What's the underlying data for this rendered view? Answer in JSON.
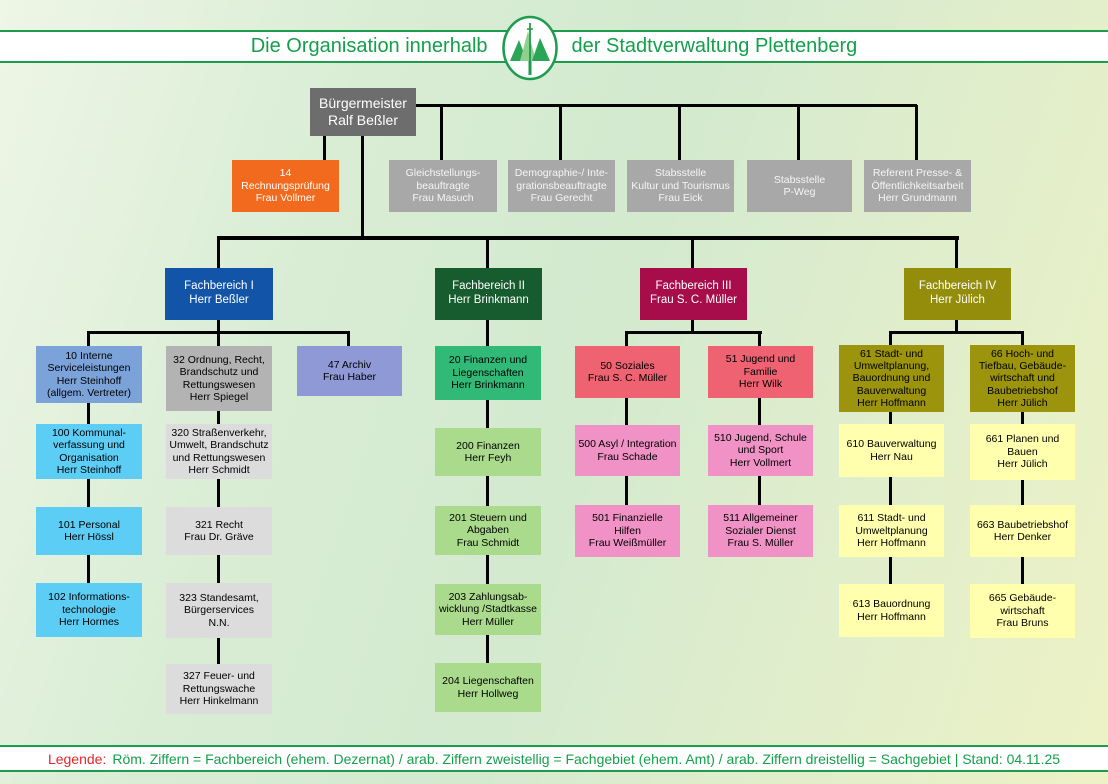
{
  "header": {
    "title_left": "Die Organisation innerhalb",
    "title_right": "der Stadtverwaltung Plettenberg"
  },
  "icons": {
    "logo": "plettenberg-tree-church-emblem"
  },
  "legend": {
    "label": "Legende:",
    "text": "Röm. Ziffern = Fachbereich (ehem. Dezernat) / arab. Ziffern zweistellig = Fachgebiet (ehem. Amt) / arab. Ziffern dreistellig = Sachgebiet | Stand: 04.11.25"
  },
  "colors": {
    "band_green": "#1c9c4c",
    "title_green": "#14a04b",
    "legend_red": "#e62629",
    "buergermeister_gray": "#6d6d6d",
    "rechnungspruefung_orange": "#f26a1e",
    "stabsstellen_gray": "#a8a8a8",
    "fb1_blue": "#1254a8",
    "fb2_green": "#175c2e",
    "fb3_crimson": "#a60d4a",
    "fb4_olive": "#948d0b",
    "fb1_level2_blue": "#7ba3d9",
    "fb1_level3_cyan": "#5ccef5",
    "fb1_level2_gray": "#b3b3b3",
    "fb1_level3_gray": "#dcdcdc",
    "archiv_violet": "#8e99d6",
    "fb2_level2_jade": "#30b977",
    "fb2_level3_green": "#aadb8d",
    "fb3_level2_salmon": "#ee6272",
    "fb3_level3_pink": "#f092c5",
    "fb4_level2_olive": "#9b940c",
    "fb4_level3_yellow": "#ffffad",
    "connector_black": "#000000"
  },
  "nodes": {
    "bm": "Bürgermeister\nRalf Beßler",
    "n14": "14\nRechnungsprüfung\nFrau Vollmer",
    "gleichstellung": "Gleichstellungs-\nbeauftragte\nFrau Masuch",
    "demographie": "Demographie-/ Inte-\ngrationsbeauftragte\nFrau Gerecht",
    "kultur": "Stabsstelle\nKultur und Tourismus\nFrau Eick",
    "pweg": "Stabsstelle\nP-Weg",
    "presse": "Referent Presse- &\nÖffentlichkeitsarbeit\nHerr Grundmann",
    "fb1": "Fachbereich I\nHerr Beßler",
    "fb2": "Fachbereich II\nHerr Brinkmann",
    "fb3": "Fachbereich III\nFrau S. C. Müller",
    "fb4": "Fachbereich IV\nHerr Jülich",
    "n10": "10 Interne\nServiceleistungen\nHerr Steinhoff\n(allgem. Vertreter)",
    "n100": "100 Kommunal-\nverfassung und\nOrganisation\nHerr Steinhoff",
    "n101": "101 Personal\nHerr Hössl",
    "n102": "102 Informations-\ntechnologie\nHerr Hormes",
    "n32": "32 Ordnung, Recht,\nBrandschutz und\nRettungswesen\nHerr Spiegel",
    "n320": "320 Straßenverkehr,\nUmwelt, Brandschutz\nund Rettungswesen\nHerr Schmidt",
    "n321": "321 Recht\nFrau Dr. Gräve",
    "n323": "323 Standesamt,\nBürgerservices\nN.N.",
    "n327": "327 Feuer- und\nRettungswache\nHerr Hinkelmann",
    "n47": "47 Archiv\nFrau Haber",
    "n20": "20 Finanzen und\nLiegenschaften\nHerr Brinkmann",
    "n200": "200 Finanzen\nHerr Feyh",
    "n201": "201 Steuern und\nAbgaben\nFrau Schmidt",
    "n203": "203 Zahlungsab-\nwicklung /Stadtkasse\nHerr Müller",
    "n204": "204 Liegenschaften\nHerr Hollweg",
    "n50": "50 Soziales\nFrau S. C. Müller",
    "n500": "500 Asyl / Integration\nFrau Schade",
    "n501": "501 Finanzielle\nHilfen\nFrau Weißmüller",
    "n51": "51 Jugend und\nFamilie\nHerr Wilk",
    "n510": "510 Jugend, Schule\nund Sport\nHerr Vollmert",
    "n511": "511 Allgemeiner\nSozialer Dienst\nFrau S. Müller",
    "n61": "61 Stadt- und\nUmweltplanung,\nBauordnung und\nBauverwaltung\nHerr Hoffmann",
    "n610": "610 Bauverwaltung\nHerr Nau",
    "n611": "611 Stadt- und\nUmweltplanung\nHerr Hoffmann",
    "n613": "613 Bauordnung\nHerr Hoffmann",
    "n66": "66 Hoch- und\nTiefbau, Gebäude-\nwirtschaft und\nBaubetriebshof\nHerr Jülich",
    "n661": "661 Planen und\nBauen\nHerr Jülich",
    "n663": "663 Baubetriebshof\nHerr Denker",
    "n665": "665 Gebäude-\nwirtschaft\nFrau Bruns"
  }
}
